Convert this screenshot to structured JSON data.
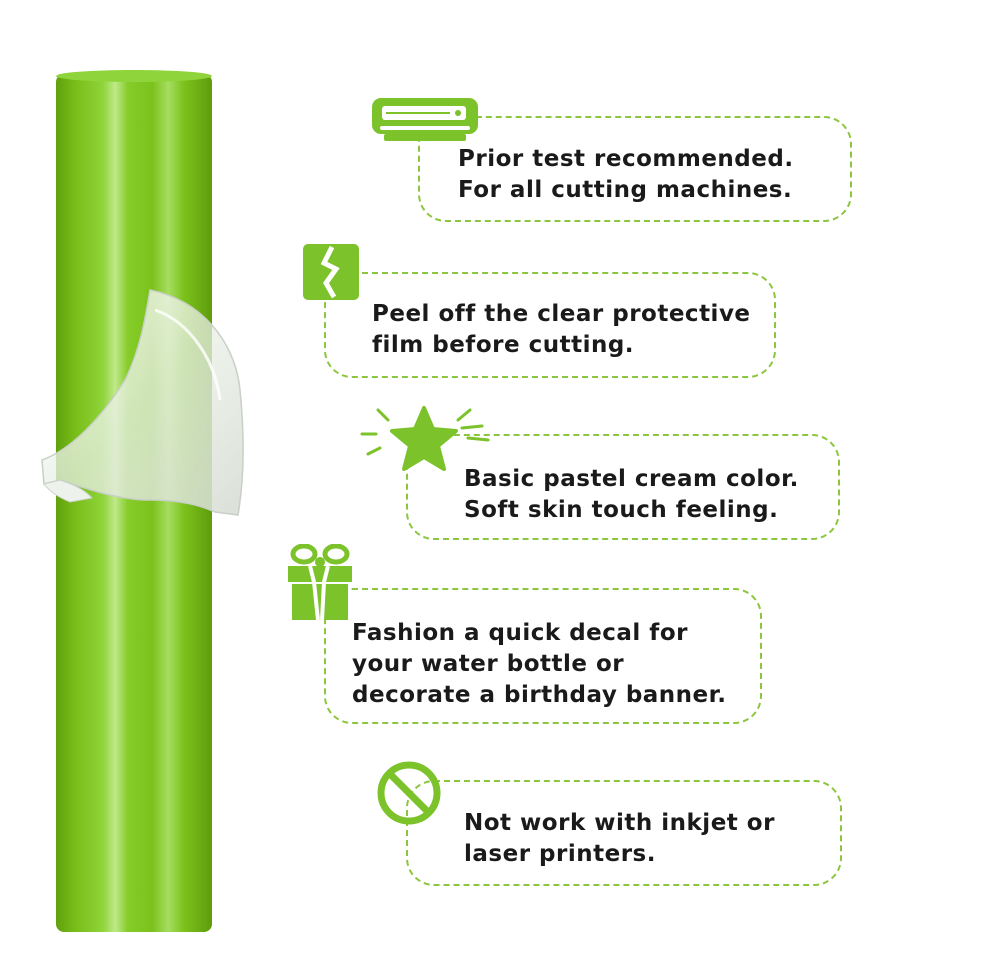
{
  "features": [
    {
      "icon": "cutting-machine-icon",
      "lines": [
        "Prior test recommended.",
        "For all cutting machines."
      ]
    },
    {
      "icon": "peel-film-icon",
      "lines": [
        "Peel off the clear protective",
        "film before cutting."
      ]
    },
    {
      "icon": "sparkle-star-icon",
      "lines": [
        "Basic pastel cream color.",
        "Soft skin touch feeling."
      ]
    },
    {
      "icon": "gift-box-icon",
      "lines": [
        "Fashion a quick decal for",
        "your water bottle or",
        "decorate a birthday banner."
      ]
    },
    {
      "icon": "prohibited-icon",
      "lines": [
        "Not work with inkjet or",
        "laser printers."
      ]
    }
  ],
  "colors": {
    "accent": "#7cc22a",
    "roll_green": "#7ec21a",
    "dash_border": "#8cc63f",
    "text": "#1a1a1a"
  }
}
